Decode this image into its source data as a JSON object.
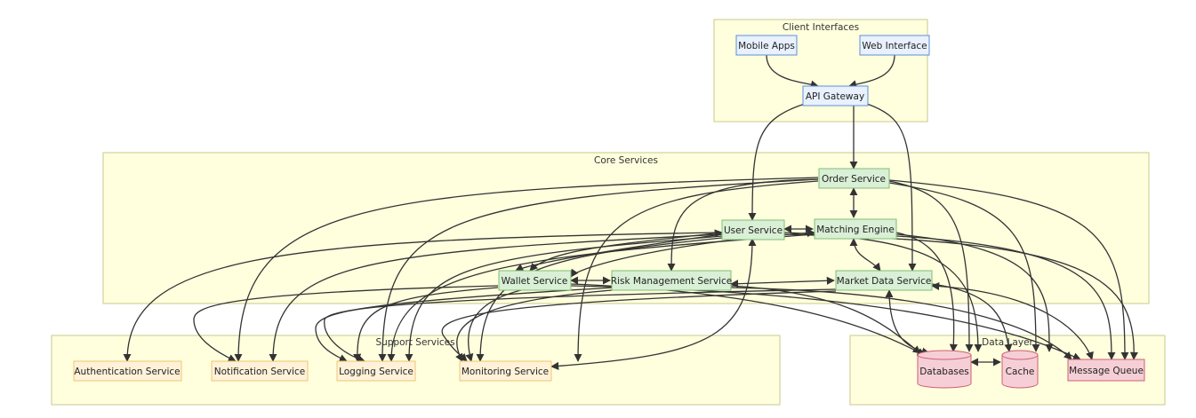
{
  "clusters": {
    "client": "Client Interfaces",
    "core": "Core Services",
    "support": "Support Services",
    "data": "Data Layer"
  },
  "nodes": {
    "mobile": "Mobile Apps",
    "web": "Web Interface",
    "gateway": "API Gateway",
    "order": "Order Service",
    "user": "User Service",
    "matching": "Matching Engine",
    "wallet": "Wallet Service",
    "risk": "Risk Management Service",
    "market": "Market Data Service",
    "auth": "Authentication Service",
    "notify": "Notification Service",
    "logging": "Logging Service",
    "monitoring": "Monitoring Service",
    "databases": "Databases",
    "cache": "Cache",
    "mq": "Message Queue"
  },
  "colors": {
    "client_node": "#e8f1fd",
    "core_node": "#d9efd6",
    "support_node": "#fff2d9",
    "data_node": "#f6cfd6",
    "cluster_fill": "#ffffde",
    "edge": "#333333"
  }
}
